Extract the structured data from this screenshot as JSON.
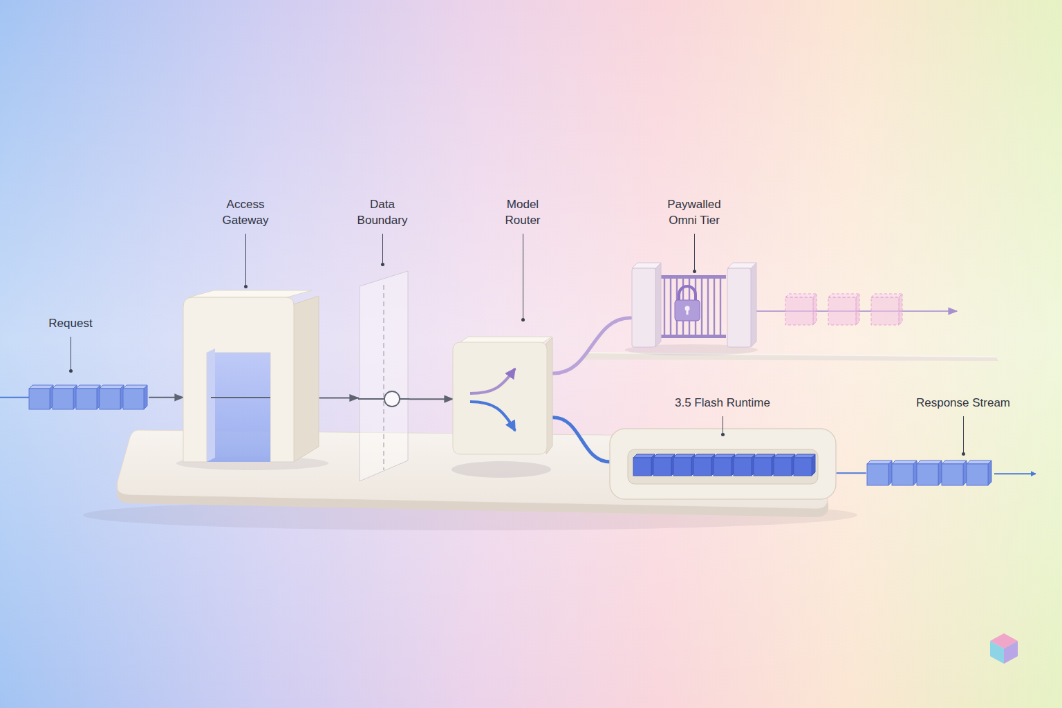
{
  "diagram": {
    "nodes": [
      {
        "text": [
          "Request"
        ]
      },
      {
        "text": [
          "Access Gateway"
        ]
      },
      {
        "text": [
          "Data Boundary"
        ]
      },
      {
        "text": [
          "Model Router"
        ]
      },
      {
        "text": [
          "Paywalled Omni Tier"
        ]
      },
      {
        "text": [
          "3.5 Flash Runtime"
        ]
      },
      {
        "text": [
          "Response Stream"
        ]
      }
    ],
    "edges": [
      {
        "from": 0,
        "to": 1,
        "arrow": "to"
      },
      {
        "from": 1,
        "to": 2,
        "arrow": "to"
      },
      {
        "from": 2,
        "to": 3,
        "arrow": "to"
      },
      {
        "from": 3,
        "to": 4,
        "arrow": "none"
      },
      {
        "from": 3,
        "to": 5,
        "arrow": "none"
      },
      {
        "from": 5,
        "to": 6,
        "arrow": "none"
      }
    ]
  }
}
